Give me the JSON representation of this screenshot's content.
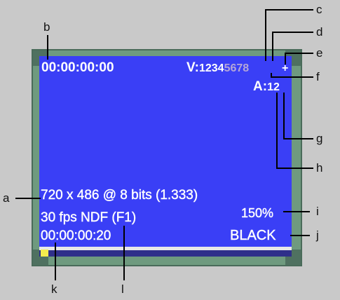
{
  "monitor": {
    "timecode_top": "00:00:00:00",
    "video_prefix": "V:",
    "video_tracks": [
      {
        "label": "1",
        "active": true
      },
      {
        "label": "2",
        "active": true
      },
      {
        "label": "3",
        "active": true
      },
      {
        "label": "4",
        "active": true
      },
      {
        "label": "5",
        "active": false
      },
      {
        "label": "6",
        "active": false
      },
      {
        "label": "7",
        "active": false
      },
      {
        "label": "8",
        "active": false
      }
    ],
    "plus_symbol": "+",
    "audio_prefix": "A:",
    "audio_tracks": [
      "1",
      "2"
    ],
    "format": "720 x 486 @ 8 bits (1.333)",
    "fps": "30 fps NDF (F1)",
    "timecode_bottom": "00:00:00:20",
    "zoom": "150%",
    "fill_mode": "BLACK",
    "progress_fraction": 0.03
  },
  "callouts": {
    "a": "a",
    "b": "b",
    "c": "c",
    "d": "d",
    "e": "e",
    "f": "f",
    "g": "g",
    "h": "h",
    "i": "i",
    "j": "j",
    "k": "k",
    "l": "l"
  },
  "colors": {
    "screen": "#3a3ff6",
    "frame": "#6f9a7f",
    "text": "#ffffff",
    "dim_track": "#b5a6d8",
    "progress": "#f4ec4e"
  }
}
